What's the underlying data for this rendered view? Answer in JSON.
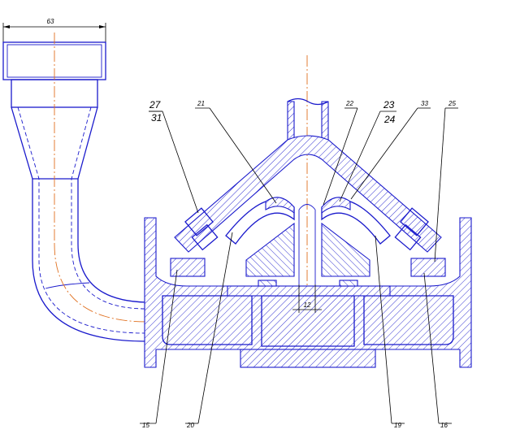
{
  "dimensions": {
    "top_width": "63",
    "center_gap": "12"
  },
  "callouts": [
    {
      "id": "c27",
      "text": "27"
    },
    {
      "id": "c31",
      "text": "31"
    },
    {
      "id": "c21",
      "text": "21"
    },
    {
      "id": "c22",
      "text": "22"
    },
    {
      "id": "c23",
      "text": "23"
    },
    {
      "id": "c24",
      "text": "24"
    },
    {
      "id": "c33",
      "text": "33"
    },
    {
      "id": "c25",
      "text": "25"
    },
    {
      "id": "c15",
      "text": "15"
    },
    {
      "id": "c20",
      "text": "20"
    },
    {
      "id": "c19",
      "text": "19"
    },
    {
      "id": "c16",
      "text": "16"
    }
  ],
  "colors": {
    "outline": "#1a1acc",
    "axis": "#e07020",
    "leader": "#000000"
  }
}
